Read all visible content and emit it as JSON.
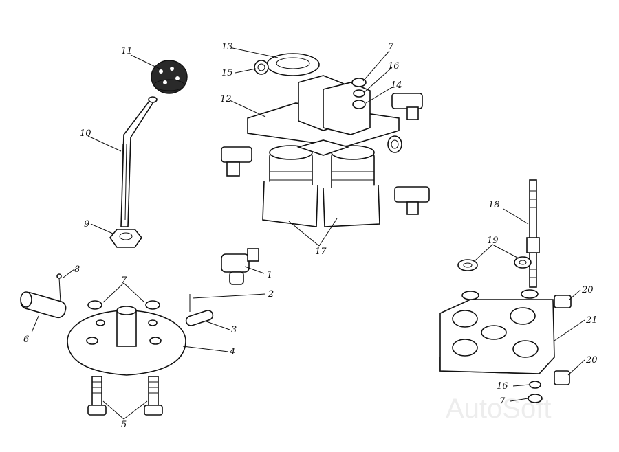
{
  "labels": {
    "l1": "1",
    "l2": "2",
    "l3": "3",
    "l4": "4",
    "l5": "5",
    "l6": "6",
    "l7a": "7",
    "l7b": "7",
    "l7c": "7",
    "l8": "8",
    "l9": "9",
    "l10": "10",
    "l11": "11",
    "l12": "12",
    "l13": "13",
    "l14": "14",
    "l15": "15",
    "l16a": "16",
    "l16b": "16",
    "l17": "17",
    "l18": "18",
    "l19": "19",
    "l20a": "20",
    "l20b": "20",
    "l21": "21"
  },
  "watermark": "AutoSoft"
}
